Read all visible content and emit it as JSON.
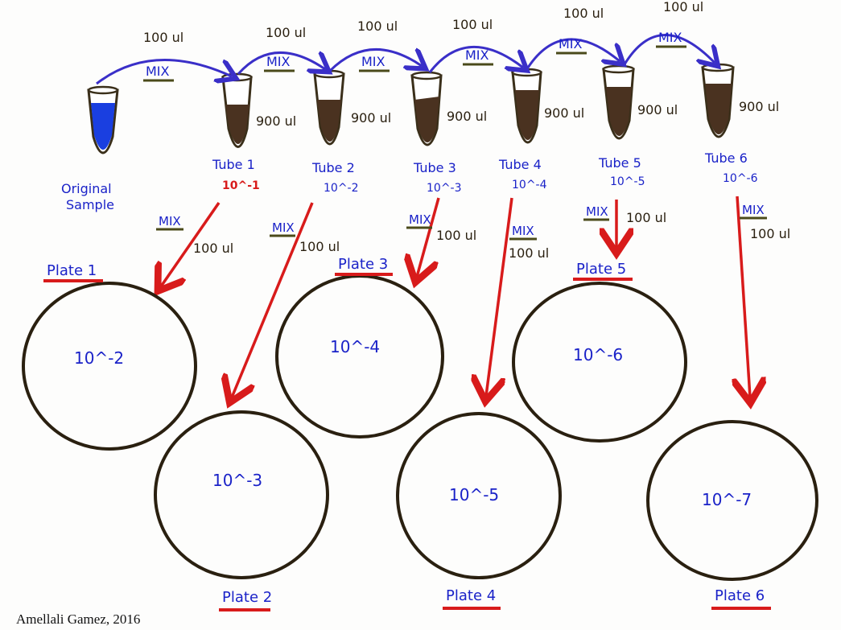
{
  "top_transfer": "100 ul",
  "mix_label": "MIX",
  "tube_diluent": "900 ul",
  "original": {
    "line1": "Original",
    "line2": "Sample"
  },
  "tubes": [
    {
      "label": "Tube 1",
      "dilution": "10^-1"
    },
    {
      "label": "Tube 2",
      "dilution": "10^-2"
    },
    {
      "label": "Tube 3",
      "dilution": "10^-3"
    },
    {
      "label": "Tube 4",
      "dilution": "10^-4"
    },
    {
      "label": "Tube 5",
      "dilution": "10^-5"
    },
    {
      "label": "Tube 6",
      "dilution": "10^-6"
    }
  ],
  "plate_transfer": "100 ul",
  "plates": [
    {
      "label": "Plate 1",
      "dilution": "10^-2"
    },
    {
      "label": "Plate 2",
      "dilution": "10^-3"
    },
    {
      "label": "Plate 3",
      "dilution": "10^-4"
    },
    {
      "label": "Plate 4",
      "dilution": "10^-5"
    },
    {
      "label": "Plate 5",
      "dilution": "10^-6"
    },
    {
      "label": "Plate 6",
      "dilution": "10^-7"
    }
  ],
  "credit": "Amellali Gamez, 2016",
  "colors": {
    "blue_ink": "#1a22c8",
    "red_ink": "#d81b1b",
    "brown_ink": "#2a2010",
    "arc": "#3a2fc8",
    "mix_underline": "#4a4a1a"
  }
}
